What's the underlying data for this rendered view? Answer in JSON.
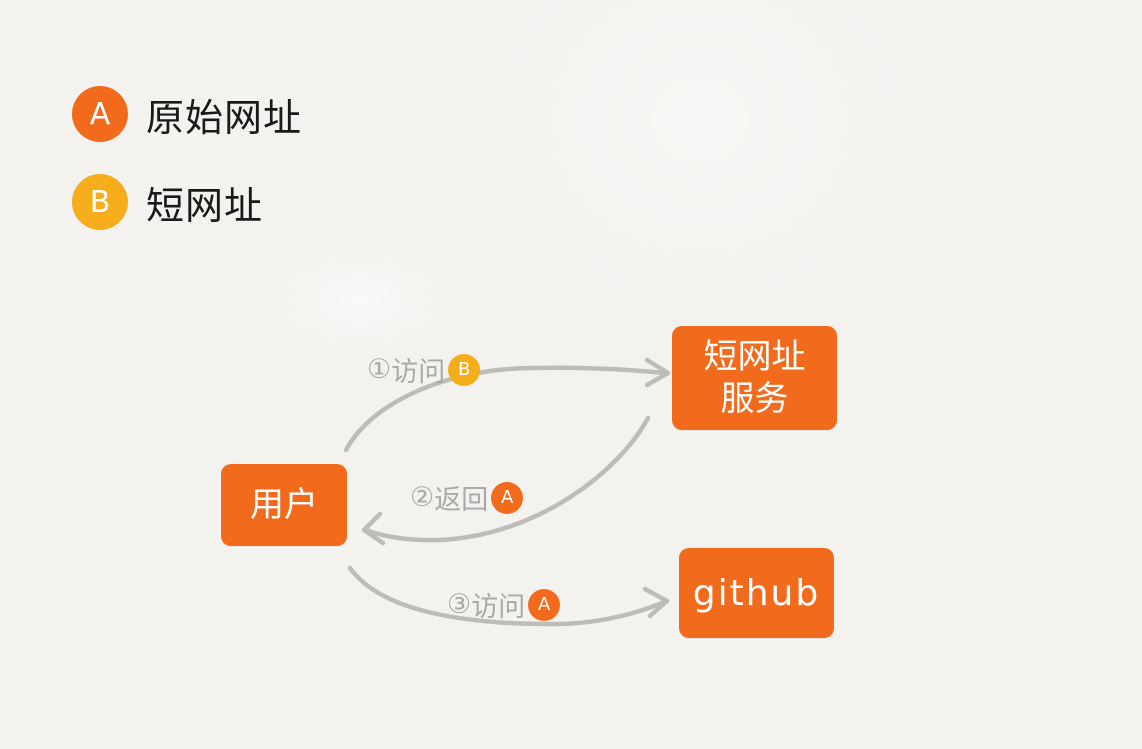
{
  "colors": {
    "orange": "#f26b1d",
    "yellow": "#f5ad1c",
    "arrow": "#bdbcb9",
    "label": "#a9a9a9"
  },
  "legend": [
    {
      "badge": "A",
      "label": "原始网址",
      "color": "orange"
    },
    {
      "badge": "B",
      "label": "短网址",
      "color": "yellow"
    }
  ],
  "nodes": {
    "user": {
      "label": "用户"
    },
    "short_service": {
      "label": "短网址\n服务"
    },
    "github": {
      "label": "github"
    }
  },
  "edges": [
    {
      "step": "①",
      "text": "访问",
      "badge": "B",
      "color": "yellow"
    },
    {
      "step": "②",
      "text": "返回",
      "badge": "A",
      "color": "orange"
    },
    {
      "step": "③",
      "text": "访问",
      "badge": "A",
      "color": "orange"
    }
  ]
}
